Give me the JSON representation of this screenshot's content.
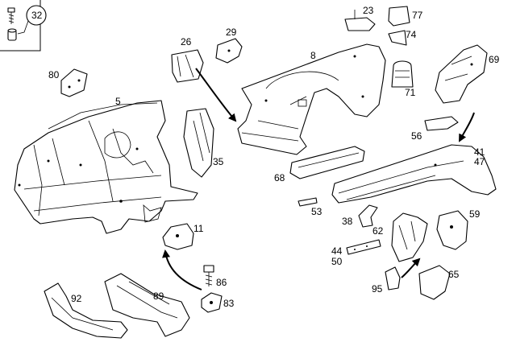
{
  "labels": {
    "p5": "5",
    "p8": "8",
    "p11": "11",
    "p23": "23",
    "p26": "26",
    "p29": "29",
    "p32": "32",
    "p35": "35",
    "p38": "38",
    "p41": "41",
    "p44": "44",
    "p47": "47",
    "p50": "50",
    "p53": "53",
    "p56": "56",
    "p59": "59",
    "p62": "62",
    "p65": "65",
    "p68": "68",
    "p69": "69",
    "p71": "71",
    "p74": "74",
    "p77": "77",
    "p80": "80",
    "p83": "83",
    "p86": "86",
    "p89": "89",
    "p92": "92",
    "p95": "95"
  }
}
